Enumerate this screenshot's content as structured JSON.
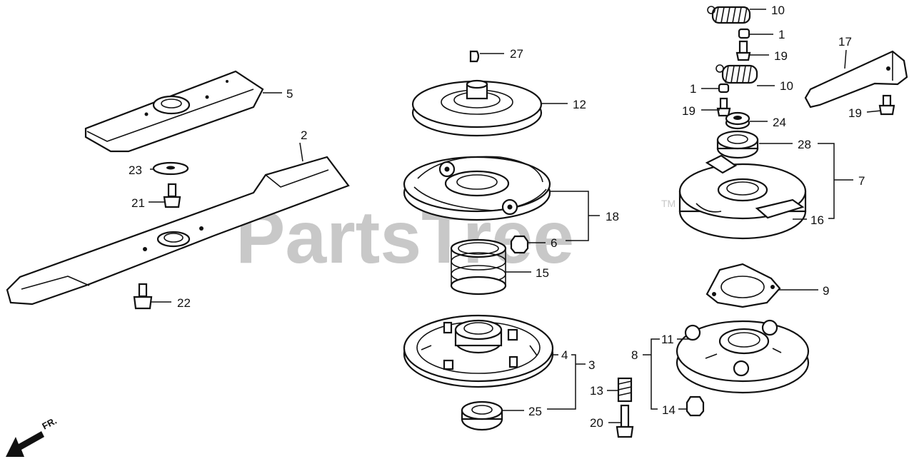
{
  "watermark": {
    "text": "PartsTree",
    "trademark": "TM"
  },
  "direction": {
    "label": "FR."
  },
  "callouts": {
    "c2": "2",
    "c5": "5",
    "c23": "23",
    "c21": "21",
    "c22": "22",
    "c27": "27",
    "c12": "12",
    "c18": "18",
    "c6": "6",
    "c15": "15",
    "c4": "4",
    "c3": "3",
    "c25": "25",
    "c13": "13",
    "c20": "20",
    "c10a": "10",
    "c1a": "1",
    "c19a": "19",
    "c10b": "10",
    "c1b": "1",
    "c19b": "19",
    "c24": "24",
    "c28": "28",
    "c7": "7",
    "c16": "16",
    "c9": "9",
    "c11": "11",
    "c8": "8",
    "c14": "14",
    "c17": "17",
    "c19c": "19"
  }
}
